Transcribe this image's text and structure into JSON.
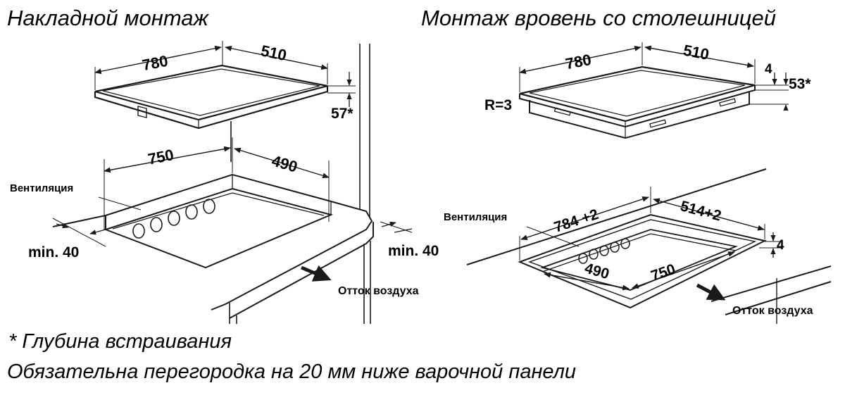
{
  "headings": {
    "surface_mount": "Накладной монтаж",
    "flush_mount": "Монтаж вровень со столешницей"
  },
  "surface": {
    "width": "780",
    "depth": "510",
    "height": "57*",
    "cutout_width": "750",
    "cutout_depth": "490",
    "ventilation": "Вентиляция",
    "min_left": "min. 40",
    "min_right": "min. 40",
    "air_outflow": "Отток воздуха"
  },
  "flush": {
    "width": "780",
    "depth": "510",
    "step": "4",
    "height": "53*",
    "radius": "R=3",
    "ventilation": "Вентиляция",
    "outer_width": "784 +2",
    "outer_depth": "514+2",
    "rebate": "4",
    "cutout_depth": "490",
    "cutout_width": "750",
    "air_outflow": "Отток воздуха"
  },
  "footnotes": {
    "depth_note": "* Глубина встраивания",
    "partition_note": "Обязательна перегородка на 20 мм ниже варочной панели"
  }
}
